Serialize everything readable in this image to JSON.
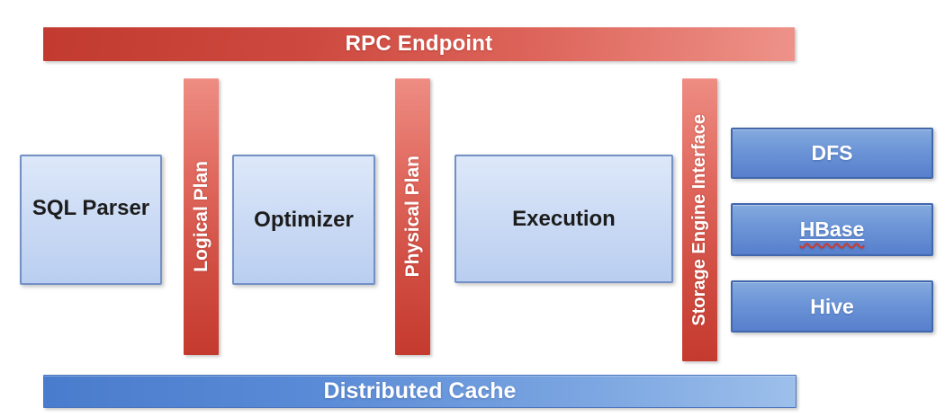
{
  "diagram": {
    "top_bar": {
      "label": "RPC Endpoint",
      "fill": "#d9554b",
      "text_color": "#ffffff"
    },
    "vertical_bars": [
      {
        "label": "Logical Plan",
        "fill": "#d65a4f",
        "text_color": "#ffffff"
      },
      {
        "label": "Physical Plan",
        "fill": "#d65a4f",
        "text_color": "#ffffff"
      },
      {
        "label": "Storage Engine Interface",
        "fill": "#d65a4f",
        "text_color": "#ffffff"
      }
    ],
    "process_boxes": [
      {
        "label": "SQL Parser",
        "fill": "#cdddf5",
        "border": "#7390c5",
        "text_color": "#1c1c1c"
      },
      {
        "label": "Optimizer",
        "fill": "#cdddf5",
        "border": "#7390c5",
        "text_color": "#1c1c1c"
      },
      {
        "label": "Execution",
        "fill": "#cdddf5",
        "border": "#7390c5",
        "text_color": "#1c1c1c"
      }
    ],
    "storage_boxes": [
      {
        "label": "DFS",
        "fill": "#6792d6",
        "border": "#4168ad",
        "text_color": "#ffffff"
      },
      {
        "label": "HBase",
        "fill": "#6792d6",
        "border": "#4168ad",
        "text_color": "#ffffff",
        "spellcheck_squiggle": true,
        "squiggle_color": "#cc3a2e"
      },
      {
        "label": "Hive",
        "fill": "#6792d6",
        "border": "#4168ad",
        "text_color": "#ffffff"
      }
    ],
    "bottom_bar": {
      "label": "Distributed Cache",
      "fill": "#5e8dd7",
      "text_color": "#ffffff"
    }
  }
}
